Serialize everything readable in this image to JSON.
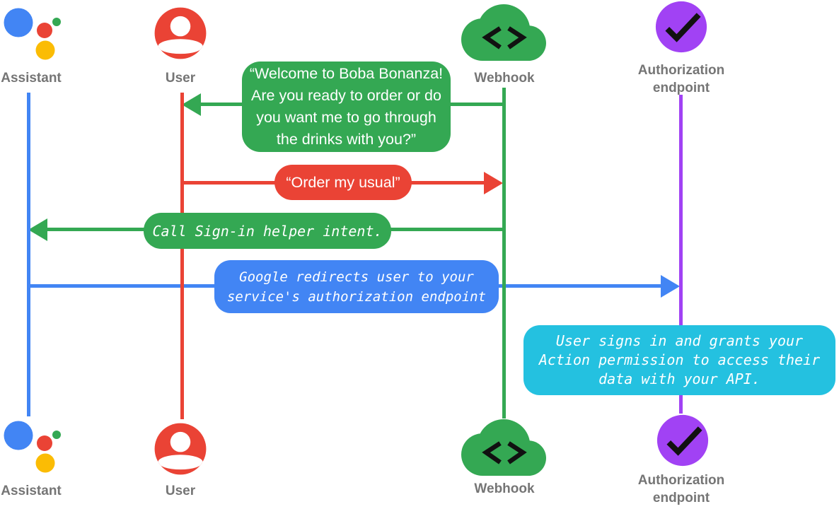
{
  "palette": {
    "blue": "#4285F4",
    "red": "#EA4335",
    "green": "#34A853",
    "yellow": "#FBBC04",
    "purple": "#A142F4",
    "cyan": "#24C1E0",
    "label_gray": "#757575",
    "glyph_black": "#111111"
  },
  "actors": {
    "assistant": {
      "label": "Assistant",
      "icon": "google-assistant-logo",
      "color": "#4285F4"
    },
    "user": {
      "label": "User",
      "icon": "person-circle",
      "color": "#EA4335"
    },
    "webhook": {
      "label": "Webhook",
      "icon": "code-cloud",
      "color": "#34A853"
    },
    "auth_endpoint": {
      "label_line1": "Authorization",
      "label_line2": "endpoint",
      "icon": "check-circle",
      "color": "#A142F4"
    }
  },
  "messages": {
    "welcome": {
      "from": "webhook",
      "to": "user",
      "color": "#34A853",
      "style": "sans",
      "lines": [
        "“Welcome to Boba Bonanza!",
        "Are you ready to order or do",
        "you want me to go through",
        "the drinks with you?”"
      ]
    },
    "order_usual": {
      "from": "user",
      "to": "webhook",
      "color": "#EA4335",
      "style": "sans",
      "lines": [
        "“Order my usual”"
      ]
    },
    "sign_in_helper": {
      "from": "webhook",
      "to": "assistant",
      "color": "#34A853",
      "style": "mono-italic",
      "lines": [
        "Call Sign-in helper intent."
      ]
    },
    "redirect": {
      "from": "assistant",
      "to": "auth_endpoint",
      "color": "#4285F4",
      "style": "mono-italic",
      "lines": [
        "Google redirects user to your",
        "service's authorization endpoint"
      ]
    },
    "user_grants": {
      "at": "auth_endpoint",
      "color": "#24C1E0",
      "style": "mono-italic",
      "lines": [
        "User signs in and grants your",
        "Action permission to access their",
        "data with your API."
      ]
    }
  }
}
